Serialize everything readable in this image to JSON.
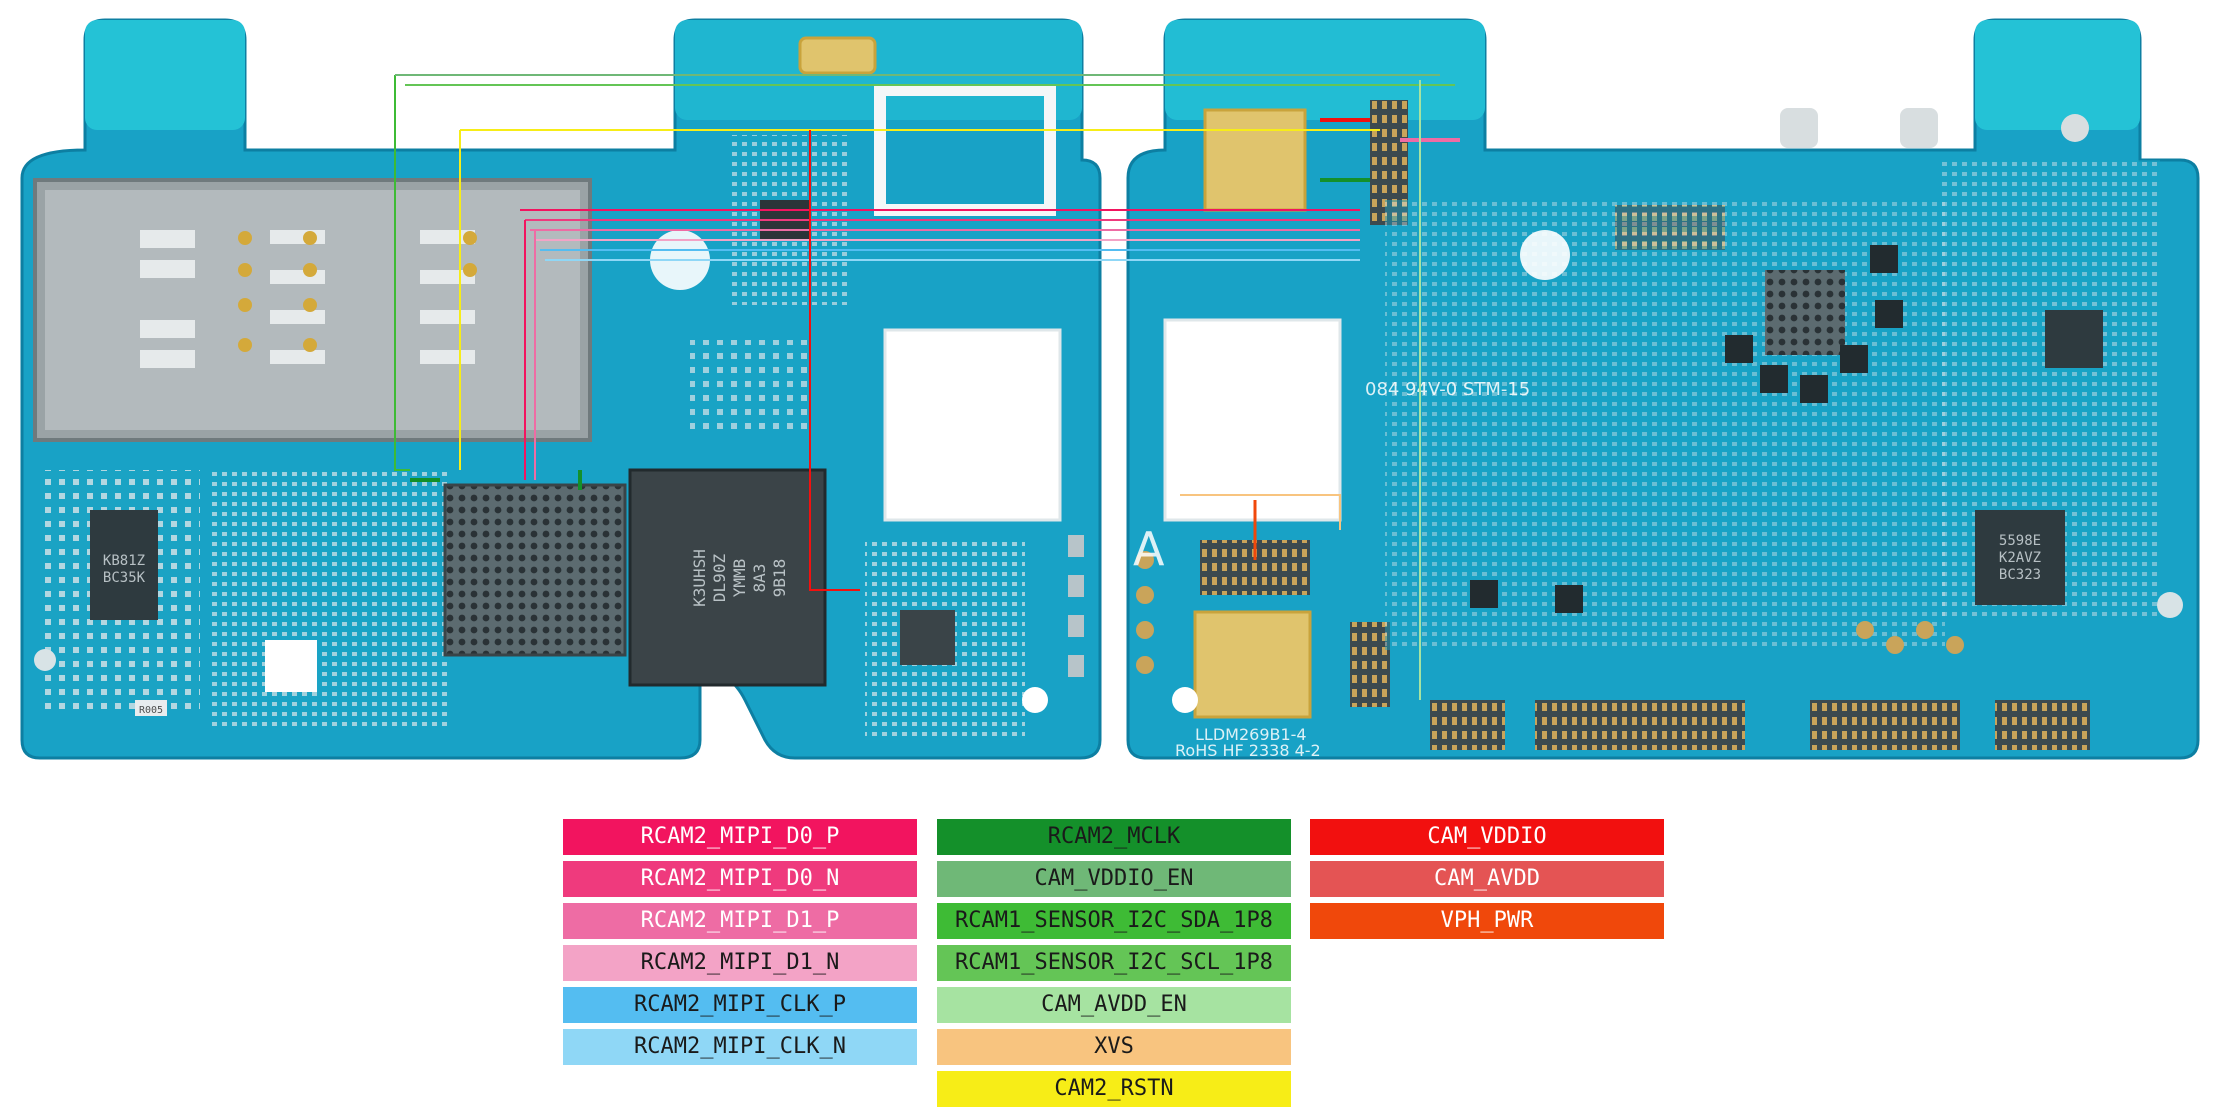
{
  "board": {
    "silkscreen_right_mid": "084 94V-0 STM-15",
    "silkscreen_model": "LLDM269B1-4",
    "silkscreen_rohs": "RoHS HF 2338 4-2",
    "silkscreen_letter": "A",
    "chip_left": [
      "KB81Z",
      "BC35K"
    ],
    "chip_right": [
      "5598E",
      "K2AVZ",
      "BC323"
    ],
    "chip_mem": [
      "K3UHSH",
      "DL90Z",
      "YMMB",
      "8A3",
      "9B18"
    ],
    "label_r005": "R005"
  },
  "legend": {
    "col1": [
      {
        "label": "RCAM2_MIPI_D0_P",
        "color": "#f2145f",
        "text": "light"
      },
      {
        "label": "RCAM2_MIPI_D0_N",
        "color": "#ef3a7d",
        "text": "light"
      },
      {
        "label": "RCAM2_MIPI_D1_P",
        "color": "#ee6ca4",
        "text": "light"
      },
      {
        "label": "RCAM2_MIPI_D1_N",
        "color": "#f3a3c6",
        "text": "dark"
      },
      {
        "label": "RCAM2_MIPI_CLK_P",
        "color": "#54bdf1",
        "text": "dark"
      },
      {
        "label": "RCAM2_MIPI_CLK_N",
        "color": "#8fd7f6",
        "text": "dark"
      }
    ],
    "col2": [
      {
        "label": "RCAM2_MCLK",
        "color": "#14902a",
        "text": "dark"
      },
      {
        "label": "CAM_VDDIO_EN",
        "color": "#6fb877",
        "text": "dark"
      },
      {
        "label": "RCAM1_SENSOR_I2C_SDA_1P8",
        "color": "#3ebb35",
        "text": "dark"
      },
      {
        "label": "RCAM1_SENSOR_I2C_SCL_1P8",
        "color": "#64c556",
        "text": "dark"
      },
      {
        "label": "CAM_AVDD_EN",
        "color": "#a6e3a1",
        "text": "dark"
      },
      {
        "label": "XVS",
        "color": "#f8c47f",
        "text": "dark"
      },
      {
        "label": "CAM2_RSTN",
        "color": "#f7ed17",
        "text": "dark"
      }
    ],
    "col3": [
      {
        "label": "CAM_VDDIO",
        "color": "#f2100f",
        "text": "light"
      },
      {
        "label": "CAM_AVDD",
        "color": "#e45454",
        "text": "light"
      },
      {
        "label": "VPH_PWR",
        "color": "#f0480b",
        "text": "light"
      }
    ]
  }
}
